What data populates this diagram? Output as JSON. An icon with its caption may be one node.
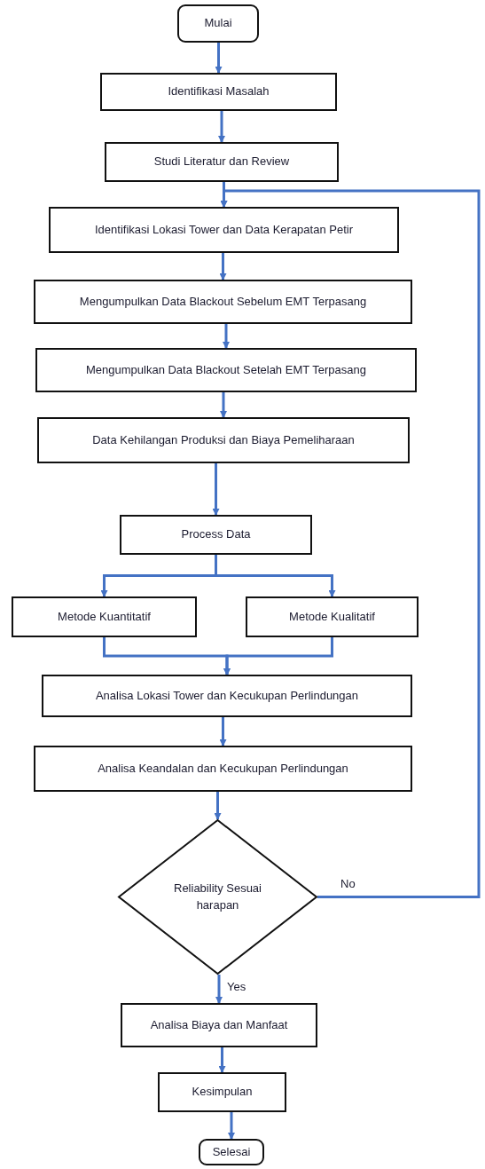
{
  "diagram": {
    "nodes": [
      {
        "text": [
          "Mulai"
        ]
      },
      {
        "text": [
          "Identifikasi Masalah"
        ]
      },
      {
        "text": [
          "Studi Literatur dan Review"
        ]
      },
      {
        "text": [
          "Identifikasi Lokasi Tower dan Data Kerapatan Petir"
        ]
      },
      {
        "text": [
          "Mengumpulkan Data Blackout Sebelum EMT Terpasang"
        ]
      },
      {
        "text": [
          "Mengumpulkan Data Blackout Setelah EMT Terpasang"
        ]
      },
      {
        "text": [
          "Data Kehilangan Produksi dan Biaya Pemeliharaan"
        ]
      },
      {
        "text": [
          "Process Data"
        ]
      },
      {
        "text": [
          "Metode Kuantitatif"
        ]
      },
      {
        "text": [
          "Metode Kualitatif"
        ]
      },
      {
        "text": [
          "Analisa Lokasi Tower dan Kecukupan Perlindungan"
        ]
      },
      {
        "text": [
          "Analisa Keandalan dan Kecukupan Perlindungan"
        ]
      },
      {
        "text": [
          "Reliability Sesuai harapan"
        ]
      },
      {
        "text": [
          "Analisa Biaya dan Manfaat"
        ]
      },
      {
        "text": [
          "Kesimpulan"
        ]
      },
      {
        "text": [
          "Selesai"
        ]
      }
    ],
    "edges": [
      {
        "from": 0,
        "to": 1,
        "arrow": "to"
      },
      {
        "from": 1,
        "to": 2,
        "arrow": "to"
      },
      {
        "from": 2,
        "to": 3,
        "arrow": "to"
      },
      {
        "from": 3,
        "to": 4,
        "arrow": "to"
      },
      {
        "from": 4,
        "to": 5,
        "arrow": "to"
      },
      {
        "from": 5,
        "to": 6,
        "arrow": "to"
      },
      {
        "from": 6,
        "to": 7,
        "arrow": "to"
      },
      {
        "from": 7,
        "to": 8,
        "arrow": "to"
      },
      {
        "from": 7,
        "to": 9,
        "arrow": "to"
      },
      {
        "from": 8,
        "to": 10,
        "arrow": "to"
      },
      {
        "from": 9,
        "to": 10,
        "arrow": "to"
      },
      {
        "from": 10,
        "to": 11,
        "arrow": "to"
      },
      {
        "from": 11,
        "to": 12,
        "arrow": "to"
      },
      {
        "from": 12,
        "to": 13,
        "arrow": "to",
        "label": "Yes"
      },
      {
        "from": 12,
        "to": 3,
        "arrow": "to",
        "label": "No"
      },
      {
        "from": 13,
        "to": 14,
        "arrow": "to"
      },
      {
        "from": 14,
        "to": 15,
        "arrow": "to"
      }
    ]
  }
}
